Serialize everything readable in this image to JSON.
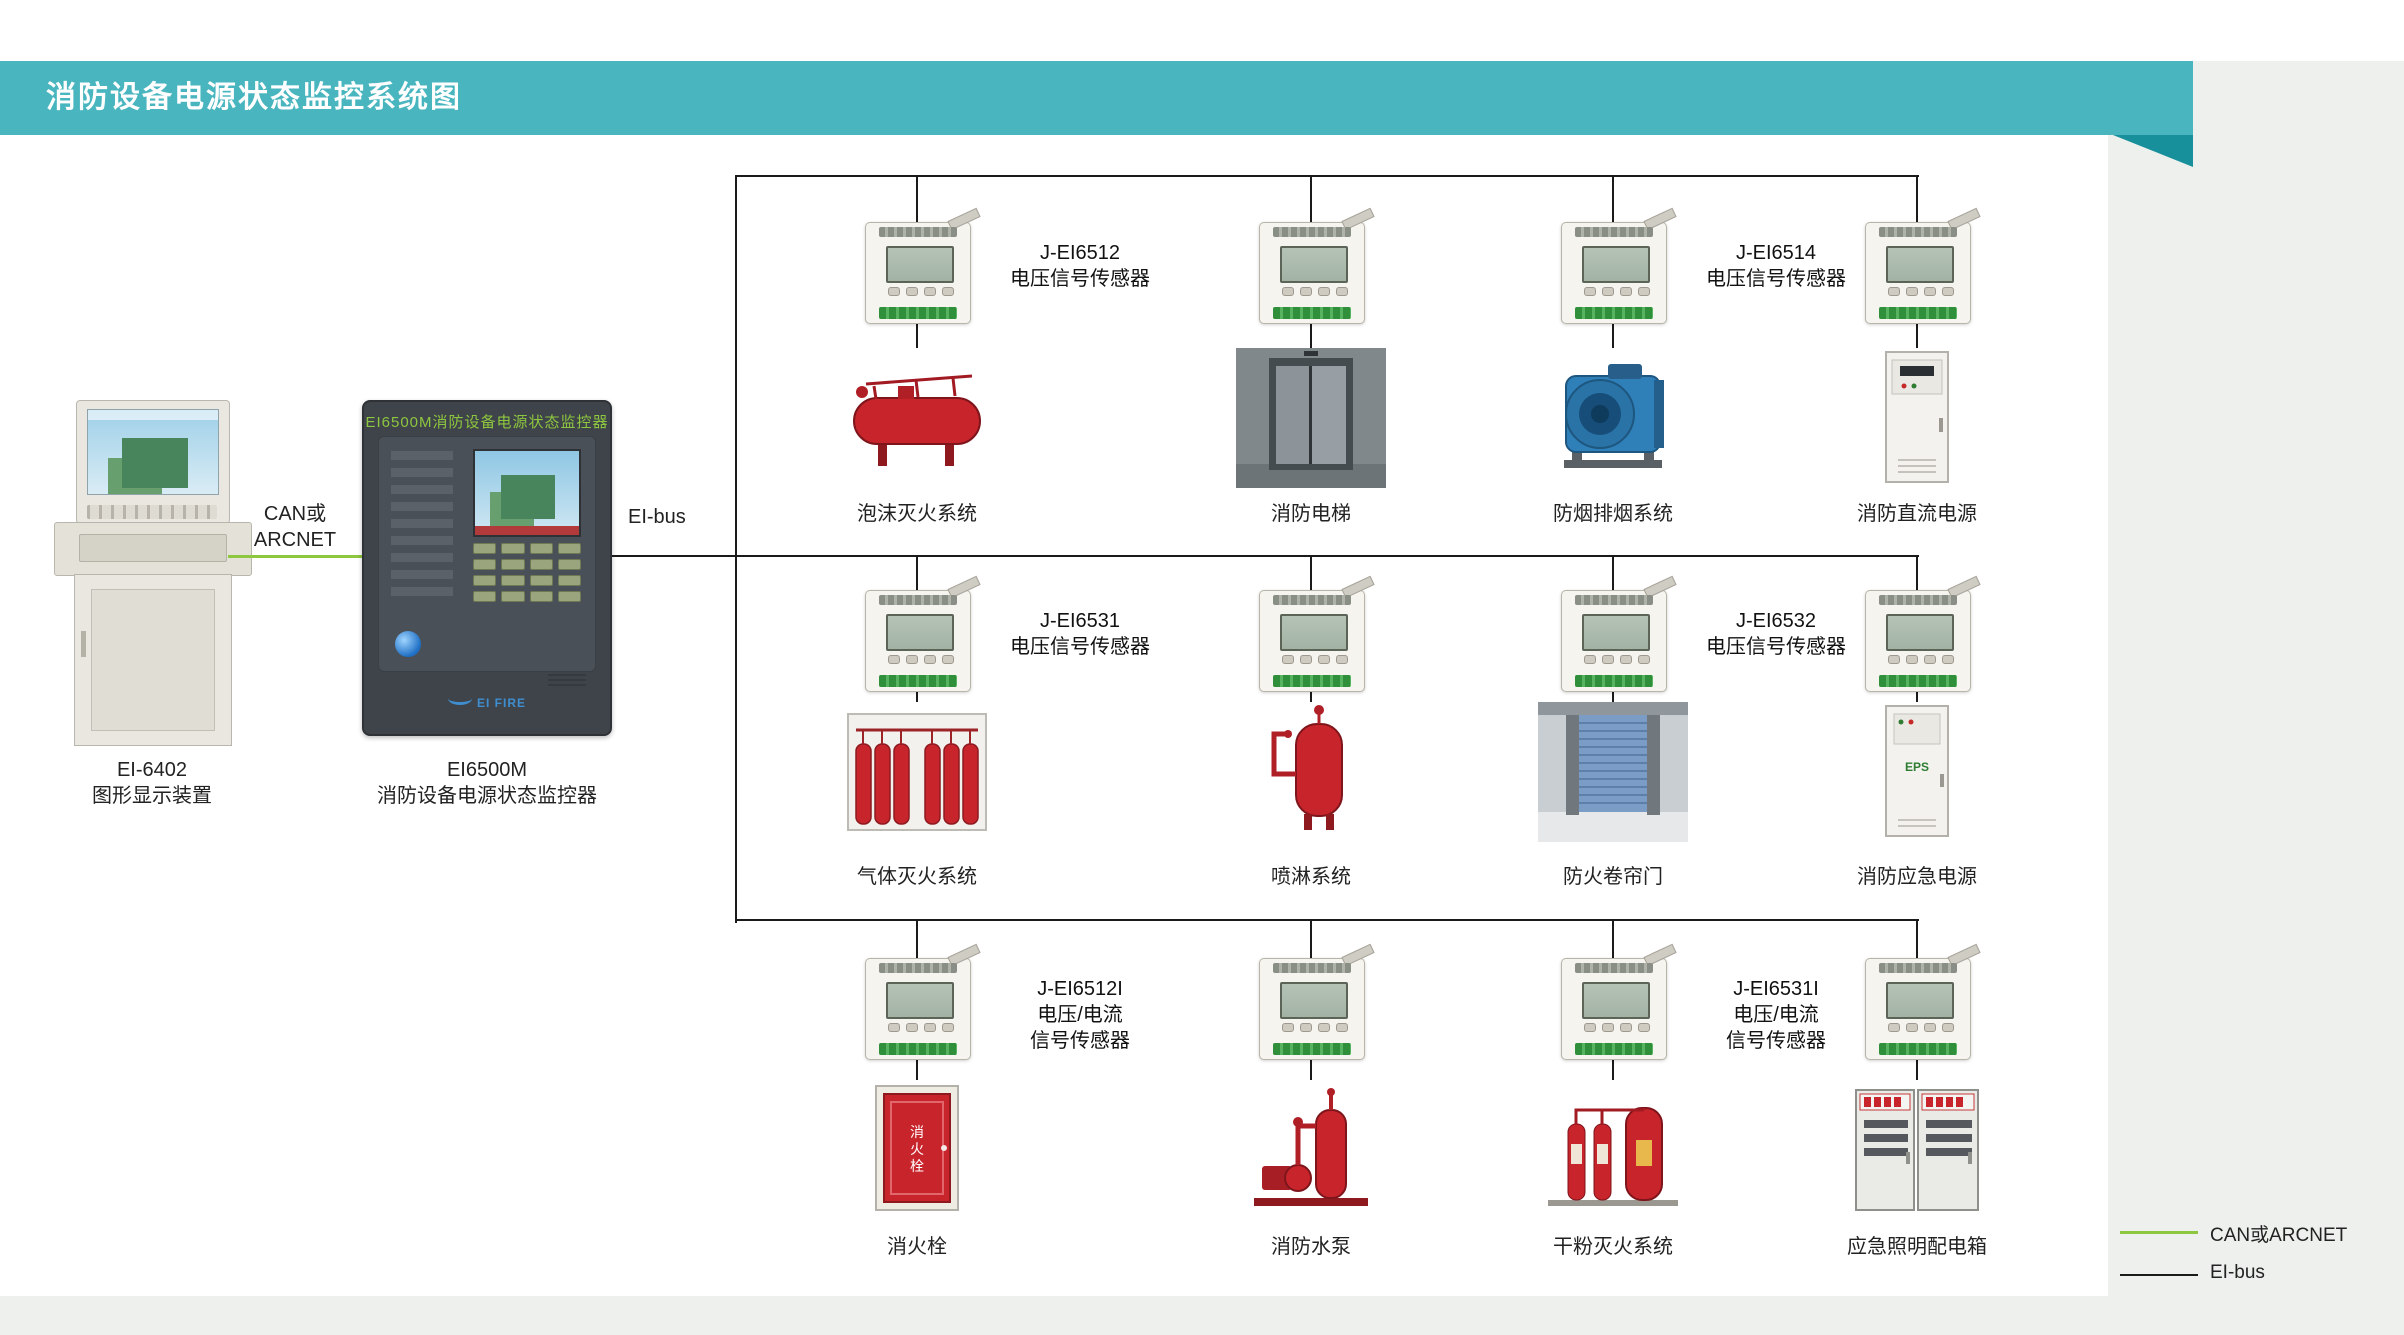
{
  "header": {
    "title": "消防设备电源状态监控系统图"
  },
  "workstation": {
    "label1": "EI-6402",
    "label2": "图形显示装置"
  },
  "links": {
    "can1": "CAN或",
    "can2": "ARCNET",
    "eibus": "EI-bus"
  },
  "controller": {
    "top_text": "EI6500M消防设备电源状态监控器",
    "brand": "EI FIRE",
    "label1": "EI6500M",
    "label2": "消防设备电源状态监控器"
  },
  "legend": {
    "can": "CAN或ARCNET",
    "eibus": "EI-bus"
  },
  "rows": [
    {
      "tags": [
        {
          "l1": "J-EI6512",
          "l2": "电压信号传感器"
        },
        {
          "l1": "J-EI6514",
          "l2": "电压信号传感器"
        }
      ],
      "devices": [
        {
          "label": "泡沫灭火系统"
        },
        {
          "label": "消防电梯"
        },
        {
          "label": "防烟排烟系统"
        },
        {
          "label": "消防直流电源"
        }
      ]
    },
    {
      "tags": [
        {
          "l1": "J-EI6531",
          "l2": "电压信号传感器"
        },
        {
          "l1": "J-EI6532",
          "l2": "电压信号传感器"
        }
      ],
      "devices": [
        {
          "label": "气体灭火系统"
        },
        {
          "label": "喷淋系统"
        },
        {
          "label": "防火卷帘门"
        },
        {
          "label": "消防应急电源",
          "overlay": "EPS"
        }
      ]
    },
    {
      "tags": [
        {
          "l1": "J-EI6512I",
          "l2": "电压/电流",
          "l3": "信号传感器"
        },
        {
          "l1": "J-EI6531I",
          "l2": "电压/电流",
          "l3": "信号传感器"
        }
      ],
      "devices": [
        {
          "label": "消火栓",
          "overlay": "消火栓"
        },
        {
          "label": "消防水泵"
        },
        {
          "label": "干粉灭火系统"
        },
        {
          "label": "应急照明配电箱"
        }
      ]
    }
  ]
}
